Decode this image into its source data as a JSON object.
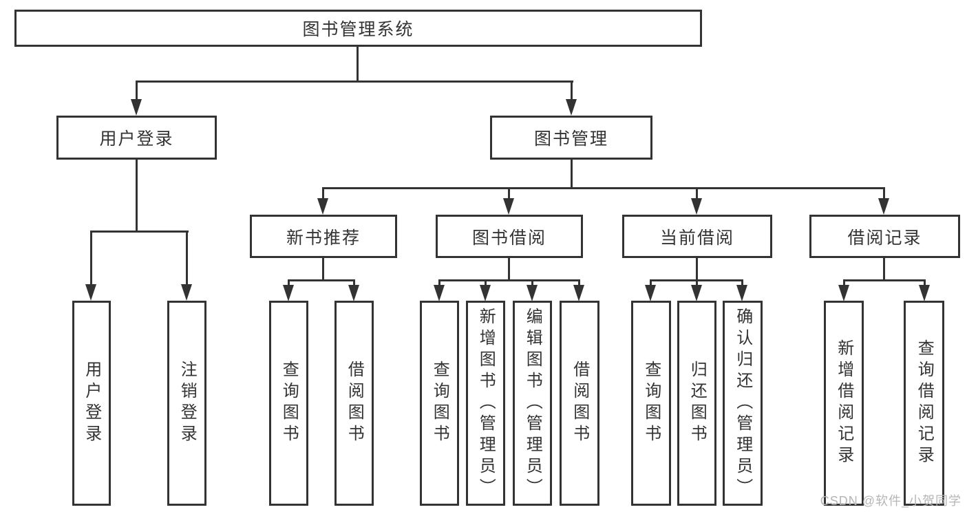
{
  "diagram": {
    "type": "hierarchy-tree",
    "tree": {
      "label": "图书管理系统",
      "children": [
        {
          "label": "用户登录",
          "children": [
            {
              "label": "用户登录"
            },
            {
              "label": "注销登录"
            }
          ]
        },
        {
          "label": "图书管理",
          "children": [
            {
              "label": "新书推荐",
              "children": [
                {
                  "label": "查询图书"
                },
                {
                  "label": "借阅图书"
                }
              ]
            },
            {
              "label": "图书借阅",
              "children": [
                {
                  "label": "查询图书"
                },
                {
                  "label": "新增图书（管理员）"
                },
                {
                  "label": "编辑图书（管理员）"
                },
                {
                  "label": "借阅图书"
                }
              ]
            },
            {
              "label": "当前借阅",
              "children": [
                {
                  "label": "查询图书"
                },
                {
                  "label": "归还图书"
                },
                {
                  "label": "确认归还（管理员）"
                }
              ]
            },
            {
              "label": "借阅记录",
              "children": [
                {
                  "label": "新增借阅记录"
                },
                {
                  "label": "查询借阅记录"
                }
              ]
            }
          ]
        }
      ]
    },
    "watermark": "CSDN @软件_小贺同学",
    "colors": {
      "line": "#333333",
      "text": "#333333",
      "watermark": "#b5b5b5",
      "background": "#ffffff"
    }
  }
}
